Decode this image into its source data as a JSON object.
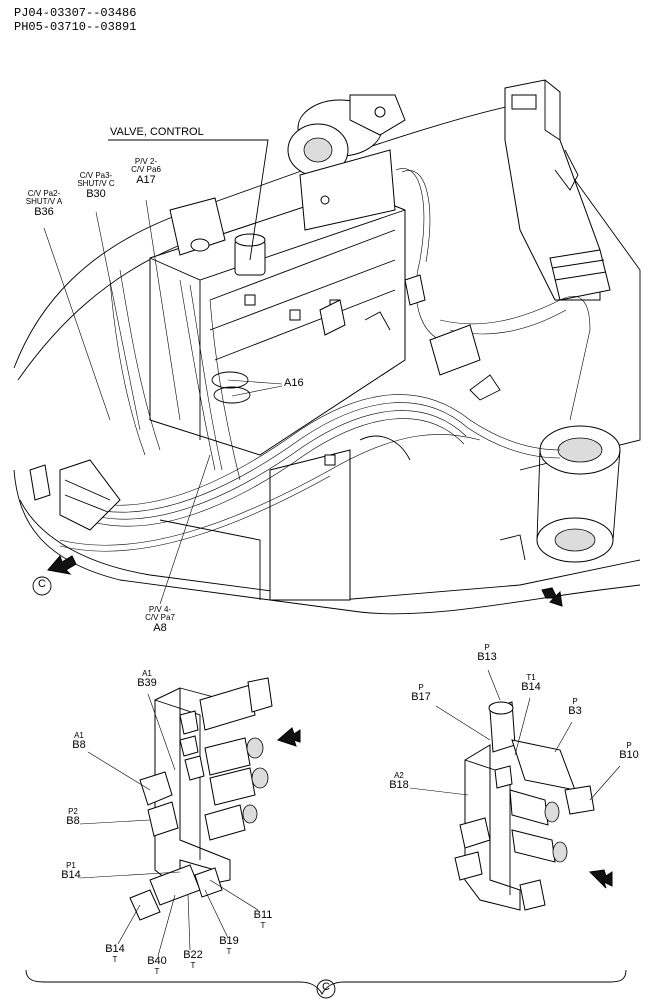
{
  "header": {
    "serial_1": "PJ04-03307--03486",
    "serial_2": "PH05-03710--03891"
  },
  "upper": {
    "valve_label": "VALVE, CONTROL",
    "callouts": [
      {
        "sub1": "C/V Pa2-",
        "sub2": "SHUT/V A",
        "code": "B36"
      },
      {
        "sub1": "C/V Pa3-",
        "sub2": "SHUT/V C",
        "code": "B30"
      },
      {
        "sub1": "P/V 2-",
        "sub2": "C/V Pa6",
        "code": "A17"
      },
      {
        "sub1": "",
        "sub2": "",
        "code": "A16"
      },
      {
        "sub1": "P/V 4-",
        "sub2": "C/V Pa7",
        "code": "A8"
      }
    ],
    "view_marker": "C"
  },
  "left_detail": {
    "callouts": [
      {
        "sub": "A1",
        "code": "B39",
        "sub_below": ""
      },
      {
        "sub": "A1",
        "code": "B8",
        "sub_below": ""
      },
      {
        "sub": "P2",
        "code": "B8",
        "sub_below": ""
      },
      {
        "sub": "P1",
        "code": "B14",
        "sub_below": ""
      },
      {
        "sub": "",
        "code": "B11",
        "sub_below": "T"
      },
      {
        "sub": "",
        "code": "B14",
        "sub_below": "T"
      },
      {
        "sub": "",
        "code": "B40",
        "sub_below": "T"
      },
      {
        "sub": "",
        "code": "B22",
        "sub_below": "T"
      },
      {
        "sub": "",
        "code": "B19",
        "sub_below": "T"
      }
    ]
  },
  "right_detail": {
    "callouts": [
      {
        "sub": "P",
        "code": "B13"
      },
      {
        "sub": "P",
        "code": "B17"
      },
      {
        "sub": "T1",
        "code": "B14"
      },
      {
        "sub": "P",
        "code": "B3"
      },
      {
        "sub": "P",
        "code": "B10"
      },
      {
        "sub": "A2",
        "code": "B18"
      }
    ]
  },
  "footer": {
    "view_marker": "C"
  }
}
